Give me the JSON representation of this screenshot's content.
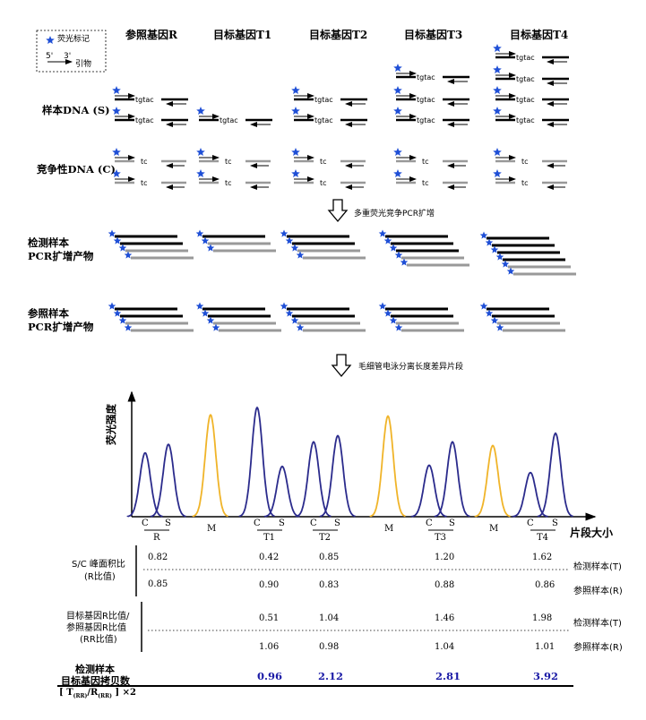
{
  "legend": {
    "fluor_label": "荧光标记",
    "five_prime": "5'",
    "three_prime": "3'",
    "primer_label": "引物"
  },
  "headers": [
    "参照基因R",
    "目标基因T1",
    "目标基因T2",
    "目标基因T3",
    "目标基因T4"
  ],
  "row_labels": {
    "sample_dna": "样本DNA (S)",
    "competitive_dna": "竞争性DNA (C)",
    "test_products_1": "检测样本",
    "test_products_2": "PCR扩增产物",
    "ref_products_1": "参照样本",
    "ref_products_2": "PCR扩增产物"
  },
  "insert_sample": "tgtac",
  "insert_comp": "tc",
  "steps": {
    "step1": "多重荧光竞争PCR扩增",
    "step2": "毛细管电泳分离长度差异片段"
  },
  "electropherogram": {
    "ylabel": "荧光强度",
    "xlabel": "片段大小",
    "peak_letters": {
      "c": "C",
      "s": "S",
      "m": "M"
    },
    "group_labels": [
      "R",
      "T1",
      "T2",
      "T3",
      "T4"
    ],
    "colors": {
      "signal": "#2b2b8c",
      "marker": "#f0b429"
    },
    "peaks": [
      {
        "kind": "C",
        "group": "R",
        "height": 0.52
      },
      {
        "kind": "S",
        "group": "R",
        "height": 0.59
      },
      {
        "kind": "M",
        "group": "",
        "height": 0.83
      },
      {
        "kind": "C",
        "group": "T1",
        "height": 0.89
      },
      {
        "kind": "S",
        "group": "T1",
        "height": 0.41
      },
      {
        "kind": "C",
        "group": "T2",
        "height": 0.61
      },
      {
        "kind": "S",
        "group": "T2",
        "height": 0.66
      },
      {
        "kind": "M",
        "group": "",
        "height": 0.82
      },
      {
        "kind": "C",
        "group": "T3",
        "height": 0.42
      },
      {
        "kind": "S",
        "group": "T3",
        "height": 0.61
      },
      {
        "kind": "M",
        "group": "",
        "height": 0.58
      },
      {
        "kind": "C",
        "group": "T4",
        "height": 0.36
      },
      {
        "kind": "S",
        "group": "T4",
        "height": 0.68
      }
    ]
  },
  "table": {
    "section1_label": [
      "S/C 峰面积比",
      "(R比值)"
    ],
    "section2_label": [
      "目标基因R比值/",
      "参照基因R比值",
      "(RR比值)"
    ],
    "section3_label": [
      "检测样本",
      "目标基因拷贝数"
    ],
    "formula": {
      "prefix": "[ T",
      "sub1": "(RR)",
      "mid": "/R",
      "sub2": "(RR)",
      "suffix": " ] ×2"
    },
    "row_tags": {
      "test": "检测样本(T)",
      "ref": "参照样本(R)"
    },
    "r_ratio_test": [
      "0.82",
      "0.42",
      "0.85",
      "1.20",
      "1.62"
    ],
    "r_ratio_ref": [
      "0.85",
      "0.90",
      "0.83",
      "0.88",
      "0.86"
    ],
    "rr_ratio_test": [
      "0.51",
      "1.04",
      "1.46",
      "1.98"
    ],
    "rr_ratio_ref": [
      "1.06",
      "0.98",
      "1.04",
      "1.01"
    ],
    "copy_number": [
      "0.96",
      "2.12",
      "2.81",
      "3.92"
    ]
  }
}
